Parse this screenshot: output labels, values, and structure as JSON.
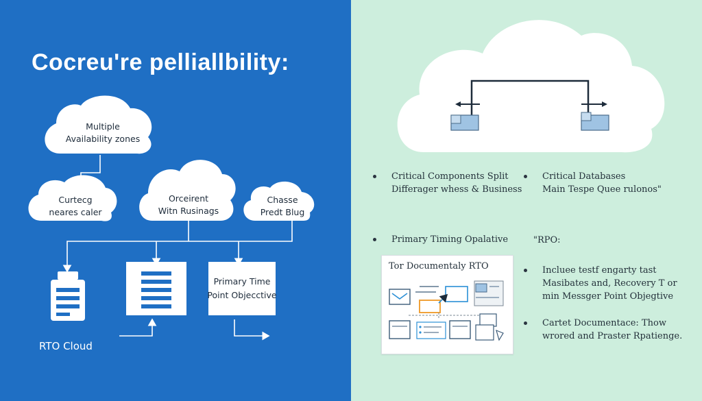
{
  "title": "Cocreu're pelliallbility:",
  "left_diagram": {
    "cloud_multiple": {
      "line1": "Multiple",
      "line2": "Availability zones"
    },
    "cloud_curtecg": {
      "line1": "Curtecg",
      "line2": "neares caler"
    },
    "cloud_orceirent": {
      "line1": "Orceirent",
      "line2": "Witn Rusinags"
    },
    "cloud_chasse": {
      "line1": "Chasse",
      "line2": "Predt Blug"
    },
    "box_primary": {
      "line1": "Primary Time",
      "line2": "Point Objecctive"
    },
    "rto_cloud_label": "RTO Cloud"
  },
  "right_panel": {
    "bullets": [
      {
        "line1": "Critical Components Split",
        "line2": "Differager whess & Business"
      },
      {
        "line1": "Critical Databases",
        "line2": "Main Tespe Quee rulonos\""
      },
      {
        "line1": "Primary Timing Opalative",
        "line2": ""
      },
      {
        "line1": "Incluee testf engarty tast",
        "line2": "Masibates and, Recovery T or",
        "line3": "min Messger Point Objegtive"
      },
      {
        "line1": "Cartet Documentace: Thow",
        "line2": "wrored and Praster Rpatienge."
      }
    ],
    "rpo_label": "\"RPO:",
    "doc_card_title": "Tor Documentaly RTO"
  },
  "colors": {
    "left_bg": "#1f6fc4",
    "right_bg": "#cdeedd",
    "orange_accent": "#f0a23a",
    "blue_accent": "#2a8fd6"
  }
}
